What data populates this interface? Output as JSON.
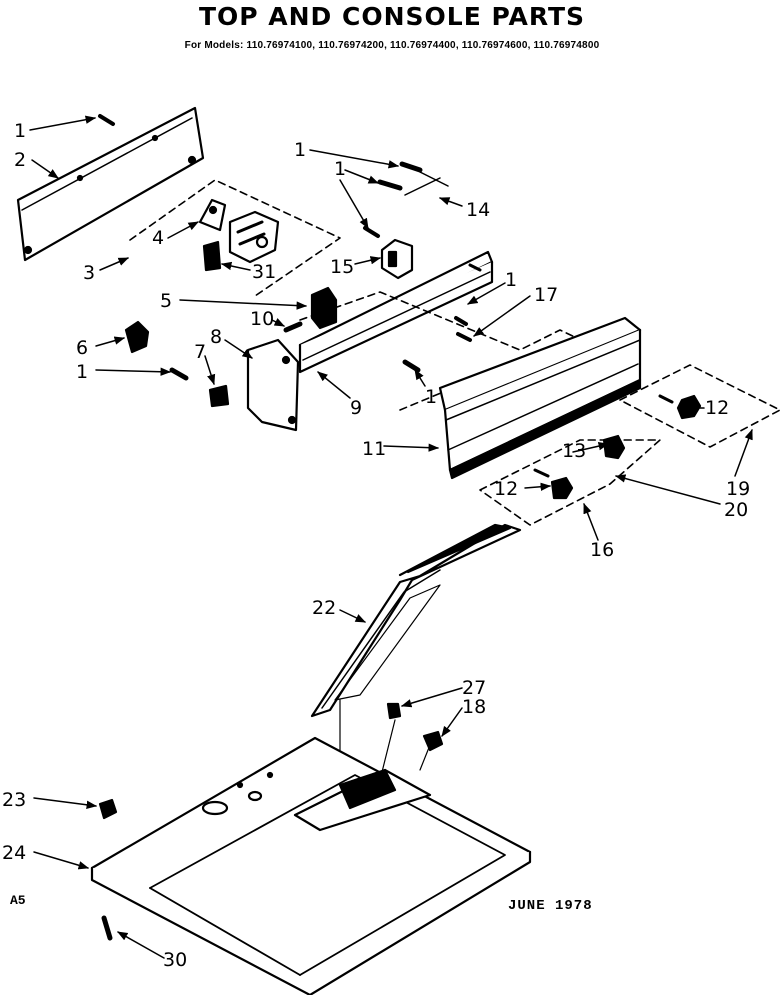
{
  "header": {
    "title": "TOP AND CONSOLE PARTS",
    "models": "For Models: 110.76974100, 110.76974200, 110.76974400, 110.76974600, 110.76974800"
  },
  "footer": {
    "corner_code": "A5",
    "date": "JUNE 1978"
  },
  "callouts": [
    "1",
    "2",
    "1",
    "14",
    "1",
    "4",
    "3",
    "31",
    "15",
    "1",
    "17",
    "5",
    "10",
    "8",
    "6",
    "7",
    "1",
    "9",
    "1",
    "11",
    "12",
    "13",
    "12",
    "19",
    "20",
    "16",
    "22",
    "27",
    "18",
    "23",
    "24",
    "30"
  ]
}
